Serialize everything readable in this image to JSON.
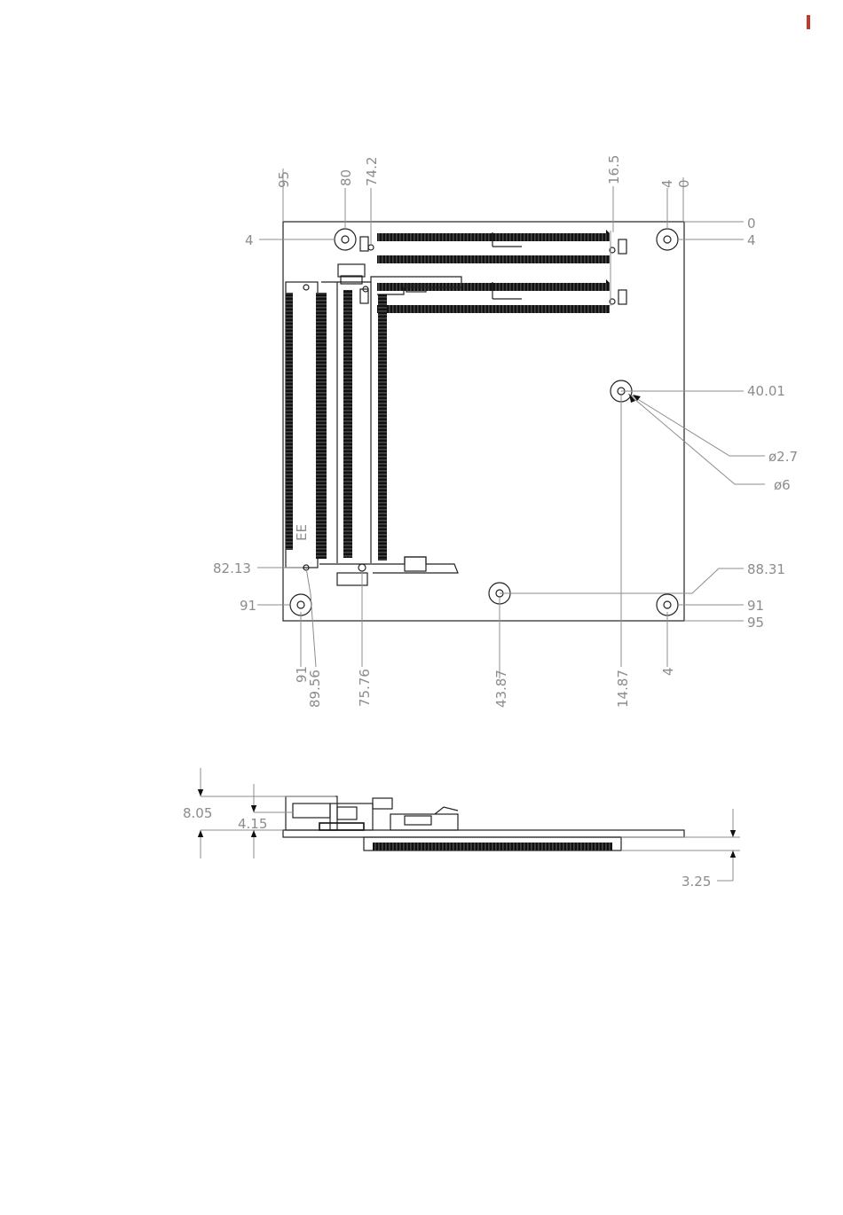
{
  "accent_color": "#c0392b",
  "top_view": {
    "top_labels": [
      "95",
      "80",
      "74.2",
      "16.5",
      "4",
      "0"
    ],
    "bottom_labels": [
      "91",
      "89.56",
      "75.76",
      "43.87",
      "14.87",
      "4"
    ],
    "left_labels": [
      "4",
      "82.13",
      "91"
    ],
    "right_labels": [
      "0",
      "4",
      "40.01",
      "88.31",
      "91",
      "95"
    ],
    "callouts": [
      "ø2.7",
      "ø6"
    ]
  },
  "side_view": {
    "labels": [
      "8.05",
      "4.15",
      "3.25"
    ]
  },
  "icons": [
    "dimension-arrow-icon",
    "mounting-hole-icon",
    "connector-icon",
    "circuit-board-icon"
  ]
}
